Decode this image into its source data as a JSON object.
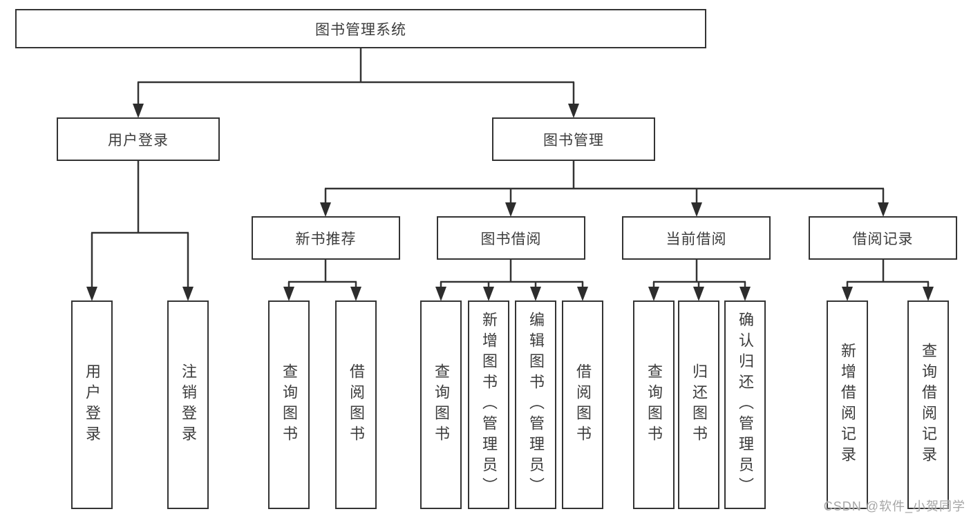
{
  "root": {
    "label": "图书管理系统"
  },
  "user_login": {
    "label": "用户登录",
    "children": [
      {
        "label": "用户登录"
      },
      {
        "label": "注销登录"
      }
    ]
  },
  "book_management": {
    "label": "图书管理",
    "sections": [
      {
        "label": "新书推荐",
        "children": [
          {
            "label": "查询图书"
          },
          {
            "label": "借阅图书"
          }
        ]
      },
      {
        "label": "图书借阅",
        "children": [
          {
            "label": "查询图书"
          },
          {
            "label": "新增图书（管理员）"
          },
          {
            "label": "编辑图书（管理员）"
          },
          {
            "label": "借阅图书"
          }
        ]
      },
      {
        "label": "当前借阅",
        "children": [
          {
            "label": "查询图书"
          },
          {
            "label": "归还图书"
          },
          {
            "label": "确认归还（管理员）"
          }
        ]
      },
      {
        "label": "借阅记录",
        "children": [
          {
            "label": "新增借阅记录"
          },
          {
            "label": "查询借阅记录"
          }
        ]
      }
    ]
  },
  "watermark": "CSDN @软件_小贺同学",
  "colors": {
    "line": "#333333",
    "text": "#3c3c3c",
    "watermark": "#9e9e9e",
    "background": "#ffffff"
  }
}
